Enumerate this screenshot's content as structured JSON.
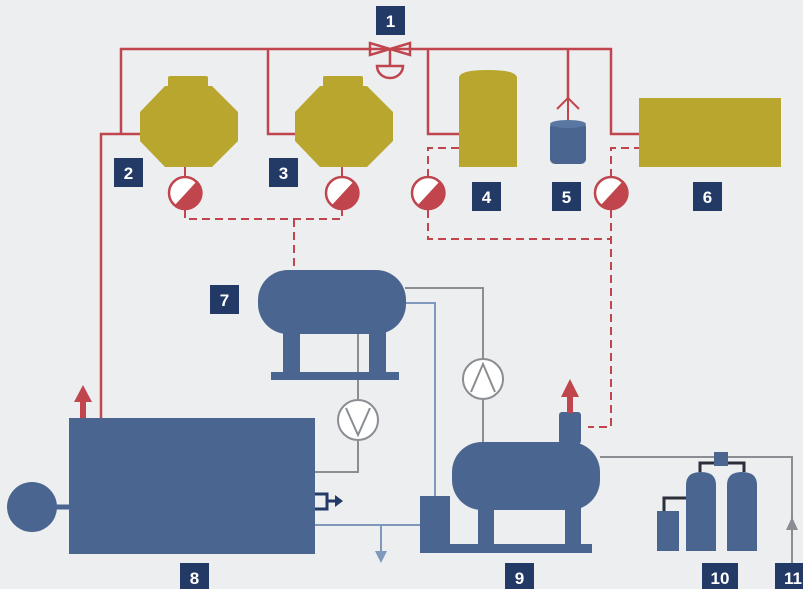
{
  "colors": {
    "background": "#eceef0",
    "steam_line": "#c0454d",
    "signal_line": "#c0454d",
    "water_line": "#7f99bd",
    "condensate_line": "#8a8d91",
    "equipment_blue": "#4a6690",
    "consumer_olive": "#b8a62e",
    "label_badge": "#233a66",
    "label_text": "#ffffff",
    "drain_arrow": "#7f99bd",
    "steam_arrow": "#c0454d"
  },
  "labels": {
    "l1": "1",
    "l2": "2",
    "l3": "3",
    "l4": "4",
    "l5": "5",
    "l6": "6",
    "l7": "7",
    "l8": "8",
    "l9": "9",
    "l10": "10",
    "l11": "11"
  },
  "icons": {
    "valve": "control-valve-icon",
    "trap": "steam-trap-icon",
    "pump": "pump-icon",
    "vent": "vent-icon",
    "burner": "burner-icon"
  }
}
